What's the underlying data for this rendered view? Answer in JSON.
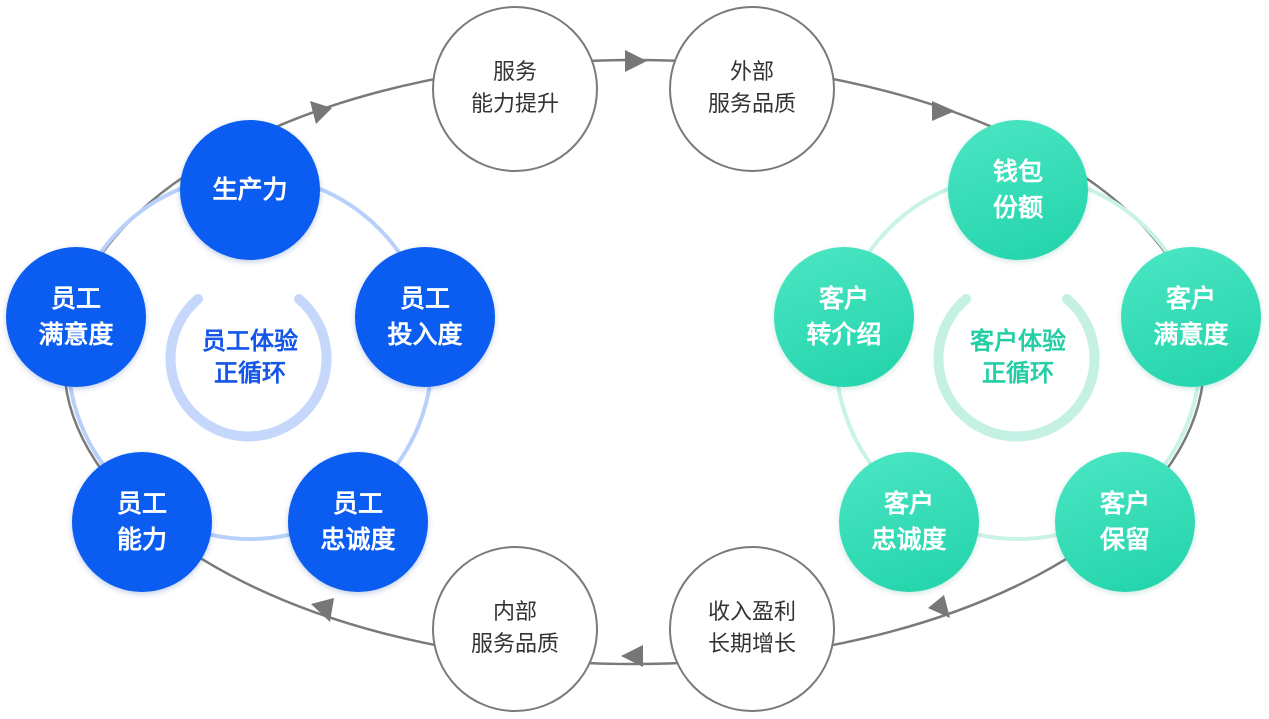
{
  "colors": {
    "blue_node": "#0b5cf0",
    "teal_node": "#2ad6ad",
    "outer_ring": "#7a7a7a",
    "blue_text": "#1356e8",
    "teal_text": "#25cfa6"
  },
  "outer_nodes": {
    "service_capability": [
      "服务",
      "能力提升"
    ],
    "external_service_quality": [
      "外部",
      "服务品质"
    ],
    "revenue_growth": [
      "收入盈利",
      "长期增长"
    ],
    "internal_service_quality": [
      "内部",
      "服务品质"
    ]
  },
  "employee_cycle": {
    "center": [
      "员工体验",
      "正循环"
    ],
    "productivity": [
      "生产力"
    ],
    "engagement": [
      "员工",
      "投入度"
    ],
    "loyalty": [
      "员工",
      "忠诚度"
    ],
    "ability": [
      "员工",
      "能力"
    ],
    "satisfaction": [
      "员工",
      "满意度"
    ]
  },
  "customer_cycle": {
    "center": [
      "客户体验",
      "正循环"
    ],
    "wallet_share": [
      "钱包",
      "份额"
    ],
    "satisfaction": [
      "客户",
      "满意度"
    ],
    "retention": [
      "客户",
      "保留"
    ],
    "loyalty": [
      "客户",
      "忠诚度"
    ],
    "referral": [
      "客户",
      "转介绍"
    ]
  }
}
